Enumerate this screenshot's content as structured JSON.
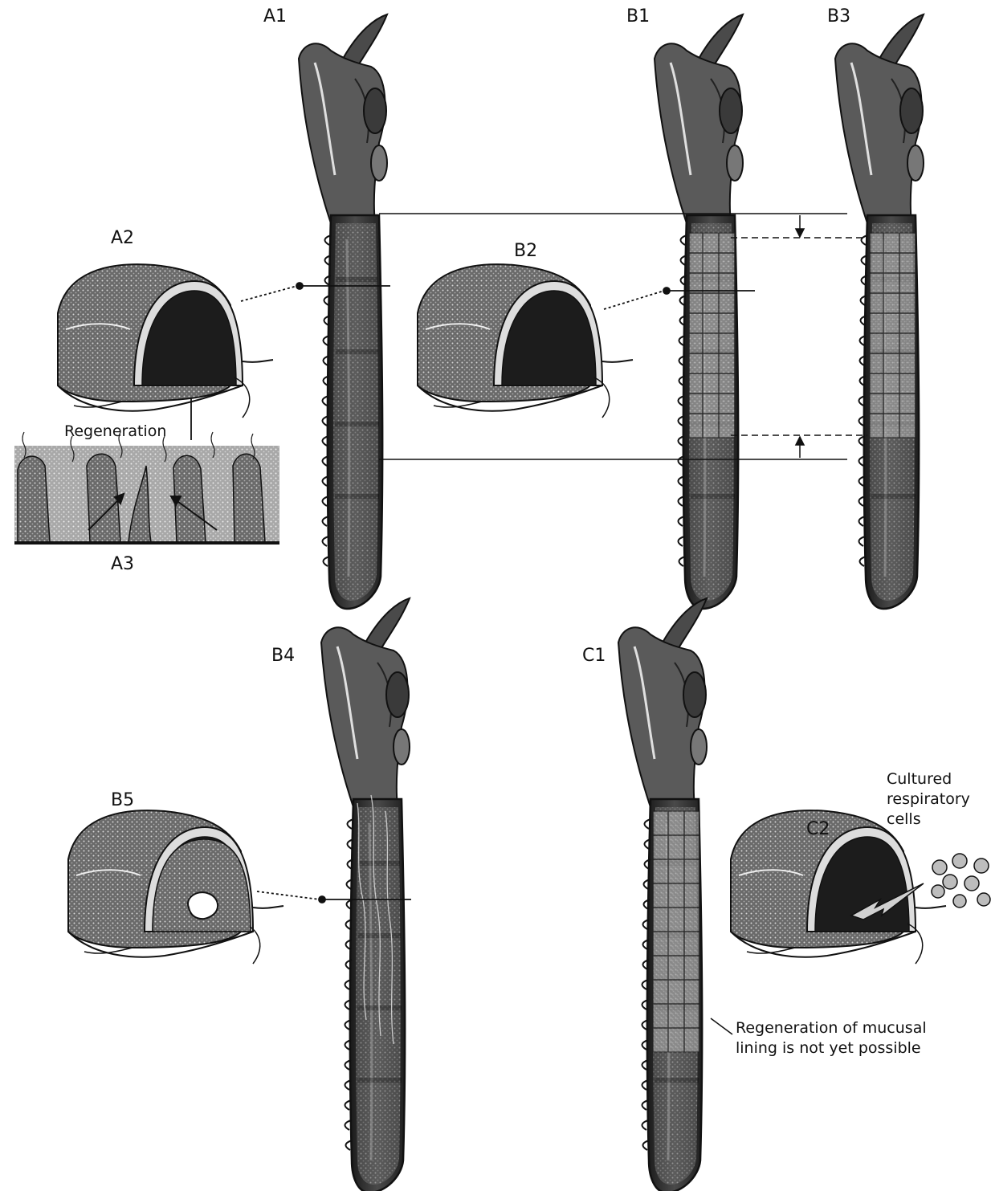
{
  "labels": {
    "A1": "A1",
    "A2": "A2",
    "A3": "A3",
    "B1": "B1",
    "B2": "B2",
    "B3": "B3",
    "B4": "B4",
    "B5": "B5",
    "C1": "C1",
    "C2": "C2"
  },
  "annotations": {
    "regeneration": "Regeneration",
    "cultured_cells": "Cultured respiratory cells",
    "mucosal_note": "Regeneration of mucusal lining is not yet possible"
  }
}
